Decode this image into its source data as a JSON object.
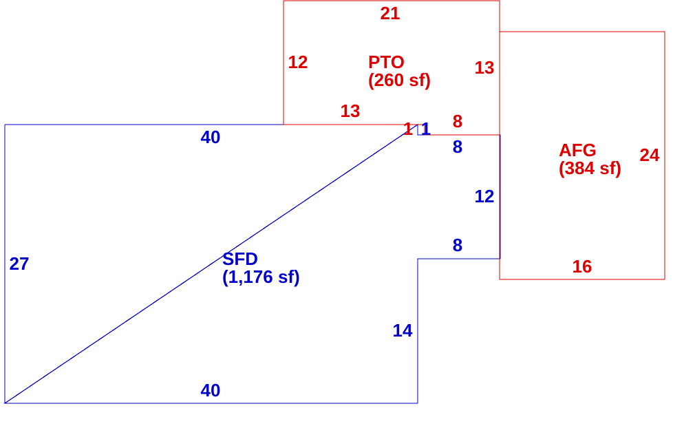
{
  "colors": {
    "sfd": "#0000cc",
    "additions": "#dd0000",
    "background": "#ffffff"
  },
  "areas": {
    "sfd": {
      "name": "SFD",
      "size": "(1,176 sf)"
    },
    "pto": {
      "name": "PTO",
      "size": "(260 sf)"
    },
    "afg": {
      "name": "AFG",
      "size": "(384 sf)"
    }
  },
  "dimensions": {
    "sfd": {
      "top": "40",
      "left": "27",
      "bottom": "40",
      "notch_right": "14",
      "notch_top": "8",
      "right_upper": "12",
      "top_step": "8",
      "tiny_step": "1"
    },
    "pto": {
      "top": "21",
      "left": "12",
      "right": "13",
      "bottom_long": "13",
      "tiny_step": "1",
      "bottom_short": "8"
    },
    "afg": {
      "right": "24",
      "bottom": "16"
    }
  }
}
